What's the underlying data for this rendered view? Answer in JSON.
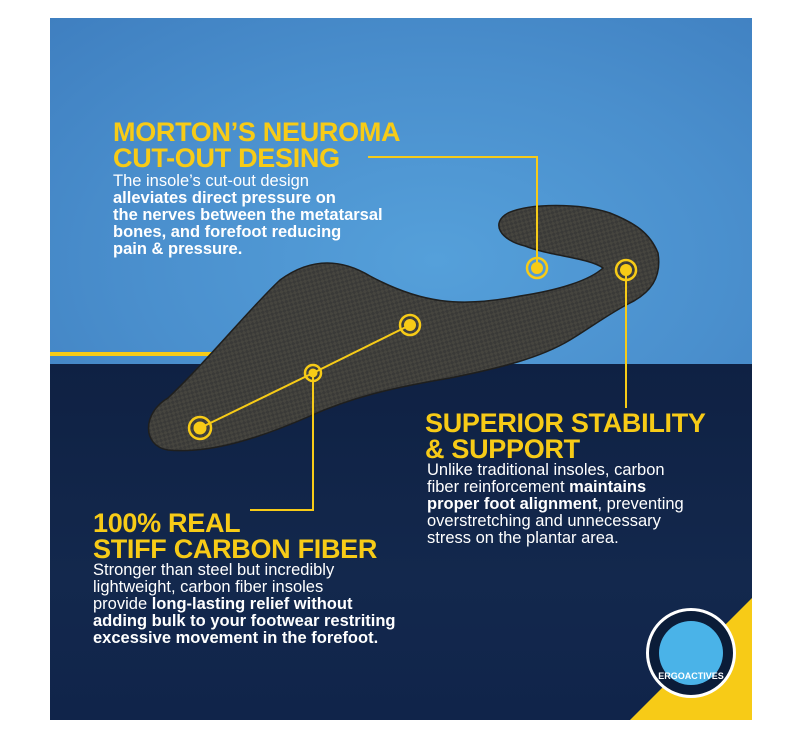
{
  "morton": {
    "title_1": "MORTON’S NEUROMA",
    "title_2": "CUT-OUT DESING",
    "line_1": "The insole’s cut-out design",
    "line_2": "alleviates direct pressure on",
    "line_3": "the nerves between the metatarsal",
    "line_4": "bones, and forefoot reducing",
    "line_5": "pain & pressure."
  },
  "stability": {
    "title_1": "SUPERIOR STABILITY",
    "title_2": "& SUPPORT",
    "line_1": "Unlike traditional insoles, carbon",
    "line_2a": "fiber reinforcement ",
    "line_2b": "maintains",
    "line_3a": "proper foot alignment",
    "line_3b": ", preventing",
    "line_4": "overstretching and unnecessary",
    "line_5": "stress on the plantar area."
  },
  "carbon": {
    "title_1": "100% REAL",
    "title_2": "STIFF CARBON FIBER",
    "line_1": "Stronger than steel but incredibly",
    "line_2": "lightweight, carbon fiber insoles",
    "line_3a": "provide ",
    "line_3b": "long-lasting relief without",
    "line_4": "adding bulk to your footwear restriting",
    "line_5": "excessive movement in the forefoot."
  },
  "logo": {
    "text": "ERGOACTIVES"
  },
  "colors": {
    "accent": "#f7cb17",
    "sky": "#4a8fcd",
    "navy": "#10244a"
  }
}
